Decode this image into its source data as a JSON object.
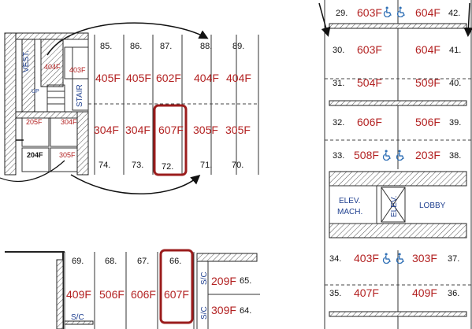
{
  "left_top": {
    "row_top_numbers": [
      "85.",
      "86.",
      "87.",
      "88.",
      "89."
    ],
    "row_top_codes": [
      "405F",
      "405F",
      "602F",
      "404F",
      "404F"
    ],
    "row_bottom_codes": [
      "304F",
      "304F",
      "607F",
      "305F",
      "305F"
    ],
    "row_bottom_numbers": [
      "74.",
      "73.",
      "72.",
      "71.",
      "70."
    ],
    "rooms": {
      "vest": "VEST.",
      "room_404f": "404F",
      "room_403f": "403F",
      "stair": "STAIR",
      "up": "UP",
      "room_205f": "205F",
      "room_304f": "304F",
      "room_204f": "204F",
      "room_305f": "305F"
    }
  },
  "left_bottom": {
    "numbers": [
      "69.",
      "68.",
      "67.",
      "66."
    ],
    "codes": [
      "409F",
      "506F",
      "606F",
      "607F"
    ],
    "sc_label": "S/C",
    "right_rows": [
      {
        "sc": "S/C",
        "code": "209F",
        "num": "65."
      },
      {
        "sc": "S/C",
        "code": "309F",
        "num": "64."
      }
    ],
    "bottom_sc": "S/C"
  },
  "right": {
    "rows": [
      {
        "ln": "29.",
        "lc": "603F",
        "rc": "604F",
        "rn": "42.",
        "accessible": true
      },
      {
        "ln": "30.",
        "lc": "603F",
        "rc": "604F",
        "rn": "41.",
        "accessible": false
      },
      {
        "ln": "31.",
        "lc": "504F",
        "rc": "509F",
        "rn": "40.",
        "accessible": false
      },
      {
        "ln": "32.",
        "lc": "606F",
        "rc": "506F",
        "rn": "39.",
        "accessible": false
      },
      {
        "ln": "33.",
        "lc": "508F",
        "rc": "203F",
        "rn": "38.",
        "accessible": true
      },
      {
        "ln": "34.",
        "lc": "403F",
        "rc": "303F",
        "rn": "37.",
        "accessible": true
      },
      {
        "ln": "35.",
        "lc": "407F",
        "rc": "409F",
        "rn": "36.",
        "accessible": false
      }
    ],
    "elev_mach_line1": "ELEV.",
    "elev_mach_line2": "MACH.",
    "elev": "ELEV.",
    "lobby": "LOBBY"
  },
  "colors": {
    "seat_code": "#b32222",
    "room_label": "#1e3f8f",
    "highlight": "#9b1c1c",
    "accessible_icon": "#2f6fb5"
  }
}
